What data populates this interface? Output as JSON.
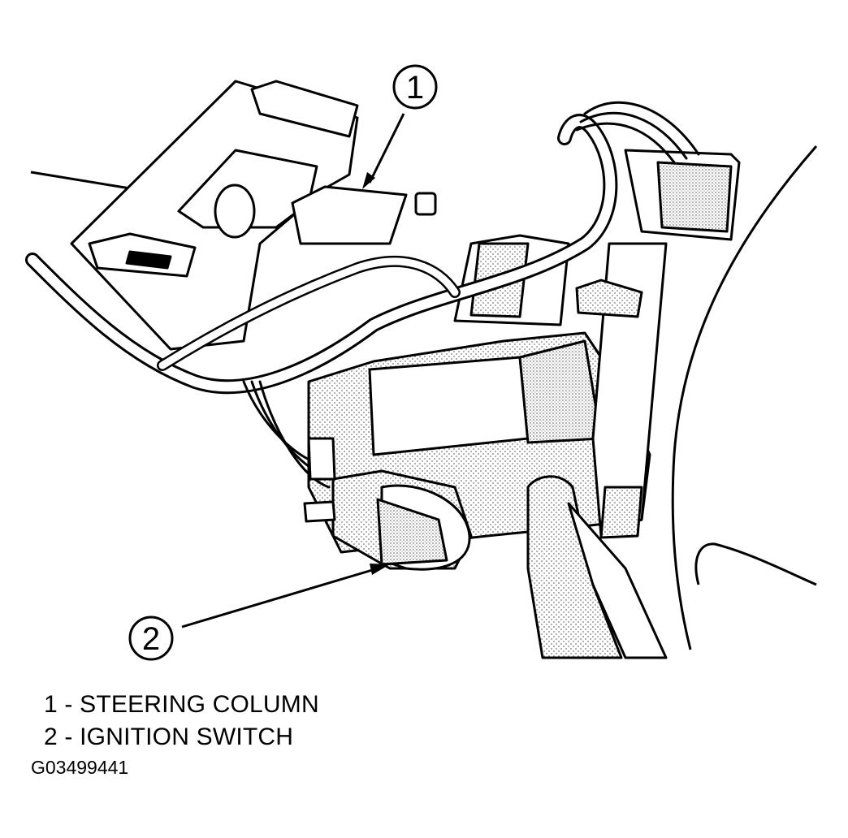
{
  "callouts": [
    {
      "number": "1"
    },
    {
      "number": "2"
    }
  ],
  "legend": [
    {
      "text": "1 - STEERING COLUMN"
    },
    {
      "text": "2 - IGNITION SWITCH"
    }
  ],
  "figure_id": "G03499441",
  "colors": {
    "line": "#000000",
    "background": "#ffffff",
    "stipple": "#9a9a9a"
  }
}
